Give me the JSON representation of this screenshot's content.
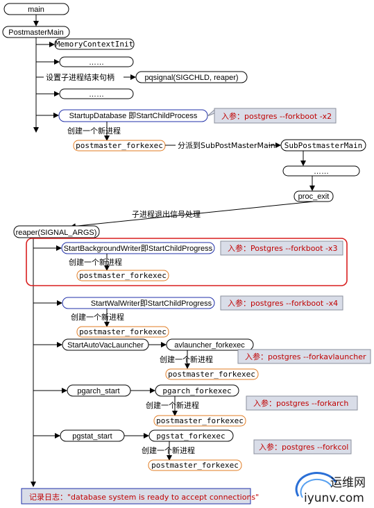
{
  "nodes": {
    "main": "main",
    "postmaster_main": "PostmasterMain",
    "memory_context_init": "MemoryContextInit",
    "dots1": "……",
    "pqsignal": "pqsignal(SIGCHLD, reaper)",
    "dots2": "……",
    "startup_database": "StartupDatabase 即StartChildProcess",
    "forkexec1": "postmaster_forkexec",
    "sub_postmaster_main": "SubPostmasterMain",
    "dots3": "……",
    "proc_exit": "proc_exit",
    "reaper": "reaper(SIGNAL_ARGS)",
    "start_bg_writer": "StartBackgroundWriter即StartChildProgress",
    "forkexec2": "postmaster_forkexec",
    "start_wal_writer": "StartWalWriter即StartChildProgress",
    "forkexec3": "postmaster_forkexec",
    "start_autovac": "StartAutoVacLauncher",
    "avlauncher_forkexec": "avlauncher_forkexec",
    "forkexec4": "postmaster_forkexec",
    "pgarch_start": "pgarch_start",
    "pgarch_forkexec": "pgarch_forkexec",
    "forkexec5": "postmaster_forkexec",
    "pgstat_start": "pgstat_start",
    "pgstat_forkexec": "pgstat_forkexec",
    "forkexec6": "postmaster_forkexec"
  },
  "labels": {
    "set_handler": "设置子进程结束句柄",
    "create_proc_1": "创建一个新进程",
    "dispatch": "分派到SubPostMasterMain",
    "child_exit": "子进程退出信号处理",
    "create_proc_2": "创建一个新进程",
    "create_proc_3": "创建一个新进程",
    "create_proc_4": "创建一个新进程",
    "create_proc_5": "创建一个新进程",
    "create_proc_6": "创建一个新进程"
  },
  "callouts": {
    "startup": "入参：postgres --forkboot -x2",
    "bgwriter": "入参：Postgres --forkboot -x3",
    "walwriter": "入参：postgres --forkboot -x4",
    "autovac": "入参：postgres --forkavlauncher",
    "pgarch": "入参：postgres --forkarch",
    "pgstat": "入参：postgres --forkcol"
  },
  "log_message": "记录日志：\"database system is ready to accept connections\"",
  "watermark": {
    "line1": "运维网",
    "line2": "iyunv.com"
  },
  "colors": {
    "box_black": "#000000",
    "box_blue": "#1f2fa8",
    "box_orange": "#e07b22",
    "callout_fill": "#d9dde8",
    "callout_text": "#c00000",
    "highlight_red": "#d81e1e",
    "log_border": "#1f2fa8"
  }
}
